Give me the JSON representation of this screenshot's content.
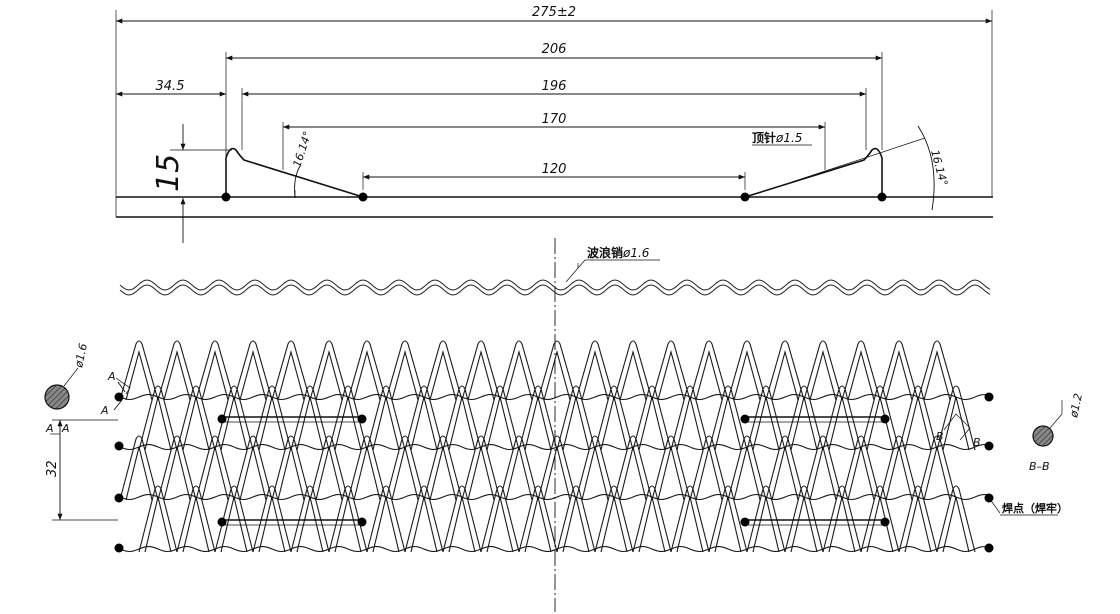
{
  "dimensions": {
    "overall_length": "275±2",
    "length_206": "206",
    "length_196": "196",
    "length_170": "170",
    "length_120": "120",
    "offset_34_5": "34.5",
    "height_15": "15",
    "angle_left": "16.14°",
    "angle_right": "16.14°",
    "pitch_32": "32"
  },
  "callouts": {
    "top_pin_label": "顶针",
    "top_pin_value": "ø1.5",
    "wave_rod_label": "波浪销",
    "wave_rod_value": "ø1.6",
    "weld_point_label": "焊点（焊牢）"
  },
  "sections": {
    "a_diameter": "ø1.6",
    "a_marker": "A",
    "b_diameter": "ø1.2",
    "b_marker": "B",
    "b_title": "B–B"
  }
}
